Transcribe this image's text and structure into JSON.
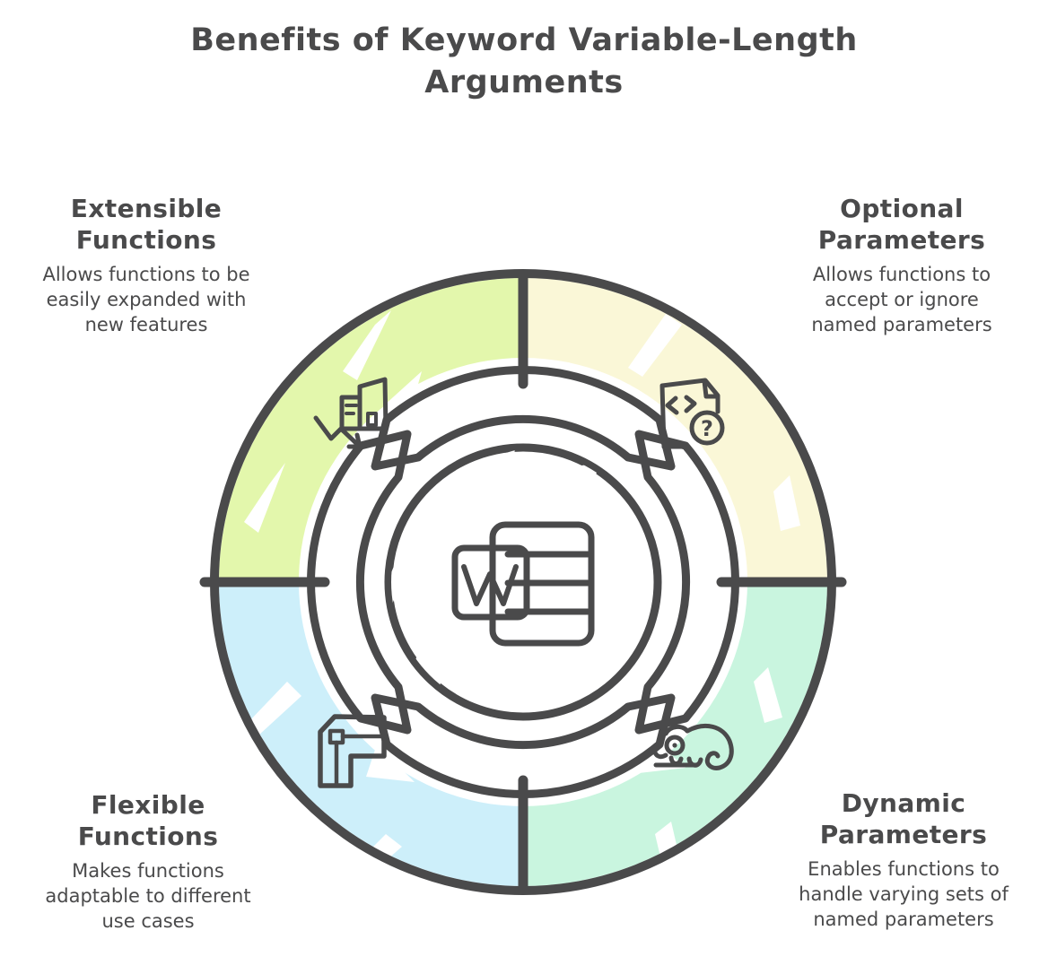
{
  "title_lines": [
    "Benefits of Keyword Variable-Length",
    "Arguments"
  ],
  "quadrants": {
    "top_left": {
      "heading_lines": [
        "Extensible",
        "Functions"
      ],
      "desc_lines": [
        "Allows functions to be",
        "easily expanded with",
        "new features"
      ],
      "color": "#e3f7ac",
      "icon": "expanding-building-arrow-icon"
    },
    "top_right": {
      "heading_lines": [
        "Optional",
        "Parameters"
      ],
      "desc_lines": [
        "Allows functions to",
        "accept or ignore",
        "named parameters"
      ],
      "color": "#faf7d7",
      "icon": "code-file-question-icon",
      "icon_glyph": "?"
    },
    "bottom_left": {
      "heading_lines": [
        "Flexible",
        "Functions"
      ],
      "desc_lines": [
        "Makes functions",
        "adaptable to different",
        "use cases"
      ],
      "color": "#cdeffa",
      "icon": "flexible-arm-icon"
    },
    "bottom_right": {
      "heading_lines": [
        "Dynamic",
        "Parameters"
      ],
      "desc_lines": [
        "Enables functions to",
        "handle varying sets of",
        "named parameters"
      ],
      "color": "#c9f5df",
      "icon": "chameleon-icon"
    }
  },
  "center": {
    "icon": "word-document-logo-icon",
    "letter_label": "W",
    "fill": "#e8e8e8"
  },
  "colors": {
    "ink": "#4a4a4b",
    "background": "#ffffff"
  }
}
